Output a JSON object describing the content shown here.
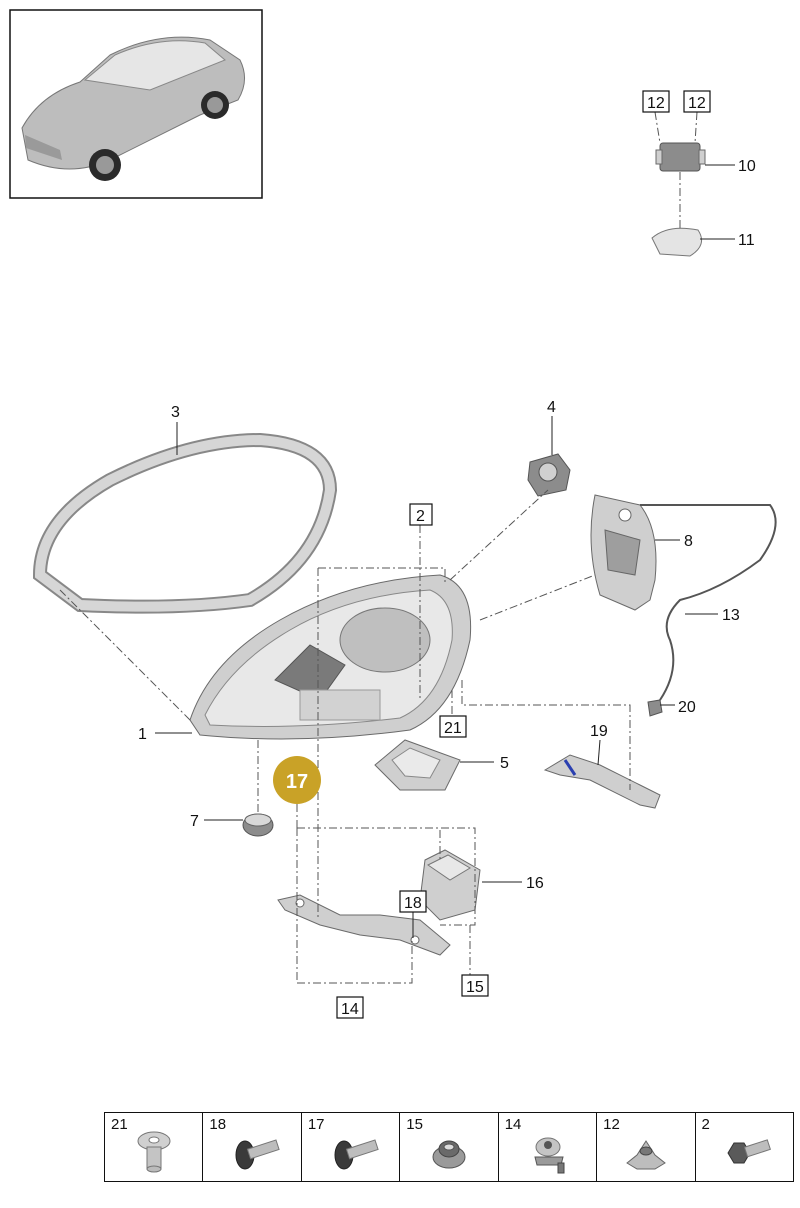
{
  "callouts": {
    "c1": "1",
    "c2": "2",
    "c3": "3",
    "c4": "4",
    "c5": "5",
    "c7": "7",
    "c8": "8",
    "c10": "10",
    "c11": "11",
    "c12a": "12",
    "c12b": "12",
    "c13": "13",
    "c14": "14",
    "c15": "15",
    "c16": "16",
    "c17": "17",
    "c18": "18",
    "c19": "19",
    "c20": "20",
    "c21": "21"
  },
  "highlight": {
    "callout": "17",
    "color": "#c9a227"
  },
  "legend": [
    {
      "num": "21",
      "icon": "grommet-bolt-icon"
    },
    {
      "num": "18",
      "icon": "flange-screw-icon"
    },
    {
      "num": "17",
      "icon": "flange-screw-icon"
    },
    {
      "num": "15",
      "icon": "nut-icon"
    },
    {
      "num": "14",
      "icon": "clip-nut-icon"
    },
    {
      "num": "12",
      "icon": "spring-nut-icon"
    },
    {
      "num": "2",
      "icon": "hex-screw-icon"
    }
  ]
}
